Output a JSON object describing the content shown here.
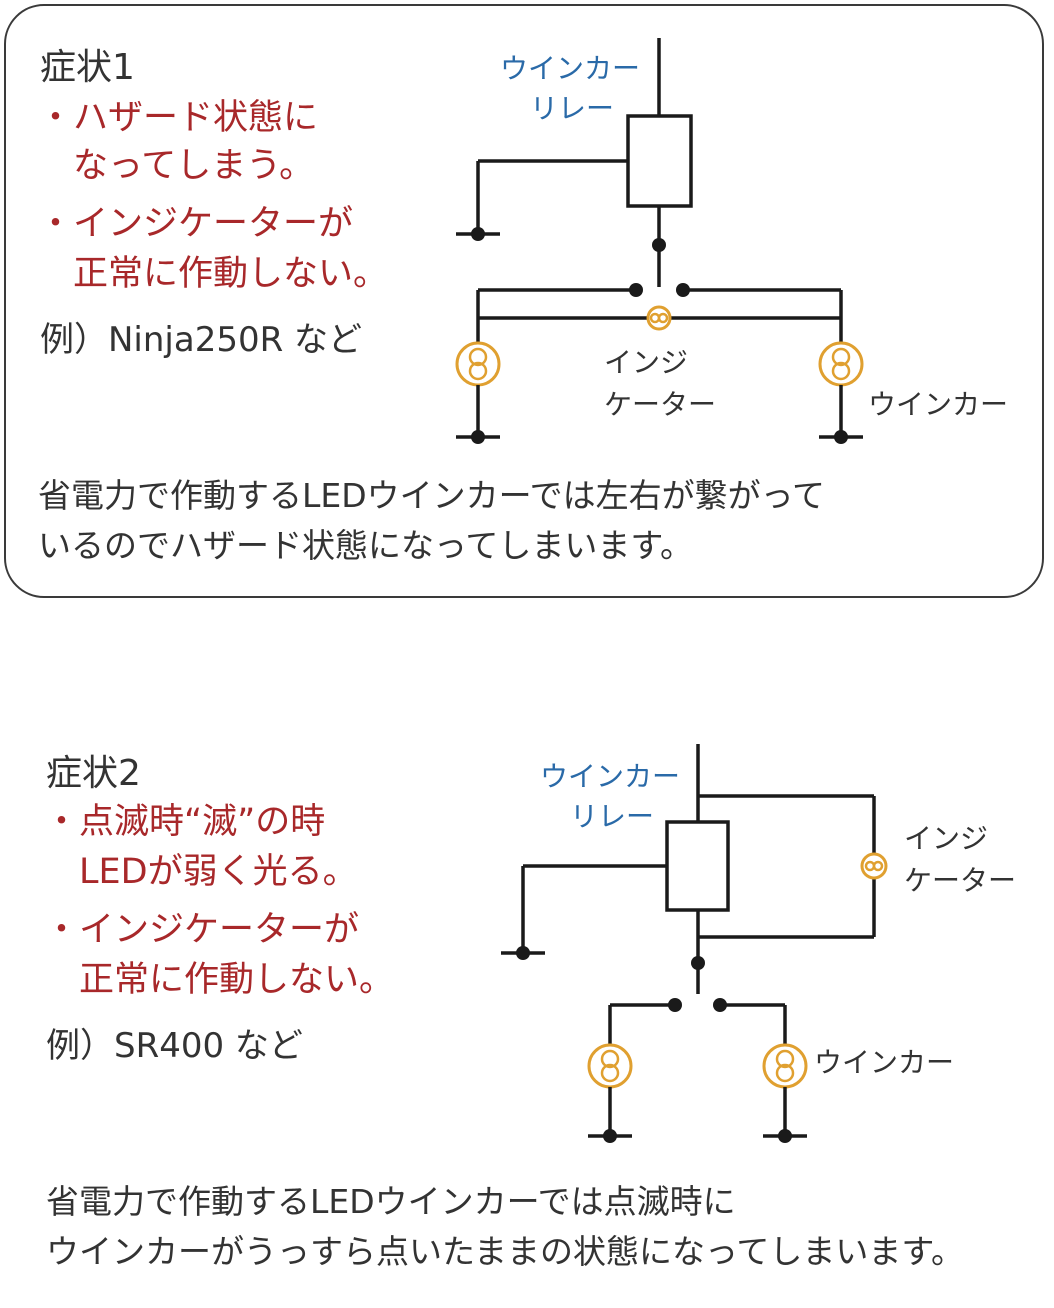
{
  "symptom1": {
    "title": "症状1",
    "bullets": [
      "・ハザード状態に",
      "　なってしまう。",
      "・インジケーターが",
      "　正常に作動しない。"
    ],
    "example": "例）Ninja250R など",
    "description": [
      "省電力で作動するLEDウインカーでは左右が繋がって",
      "いるのでハザード状態になってしまいます。"
    ],
    "diagram": {
      "relay_label": [
        "ウインカー",
        "リレー"
      ],
      "indicator_label": [
        "インジ",
        "ケーター"
      ],
      "winker_label": "ウインカー"
    }
  },
  "symptom2": {
    "title": "症状2",
    "bullets": [
      "・点滅時“滅”の時",
      "　LEDが弱く光る。",
      "・インジケーターが",
      "　正常に作動しない。"
    ],
    "example": "例）SR400 など",
    "description": [
      "省電力で作動するLEDウインカーでは点滅時に",
      "ウインカーがうっすら点いたままの状態になってしまいます。"
    ],
    "diagram": {
      "relay_label": [
        "ウインカー",
        "リレー"
      ],
      "indicator_label": [
        "インジ",
        "ケーター"
      ],
      "winker_label": "ウインカー"
    }
  },
  "colors": {
    "red_text": "#a8282a",
    "blue_label": "#2a6aa8",
    "lamp": "#e0a030",
    "wire": "#1a1a1a"
  }
}
